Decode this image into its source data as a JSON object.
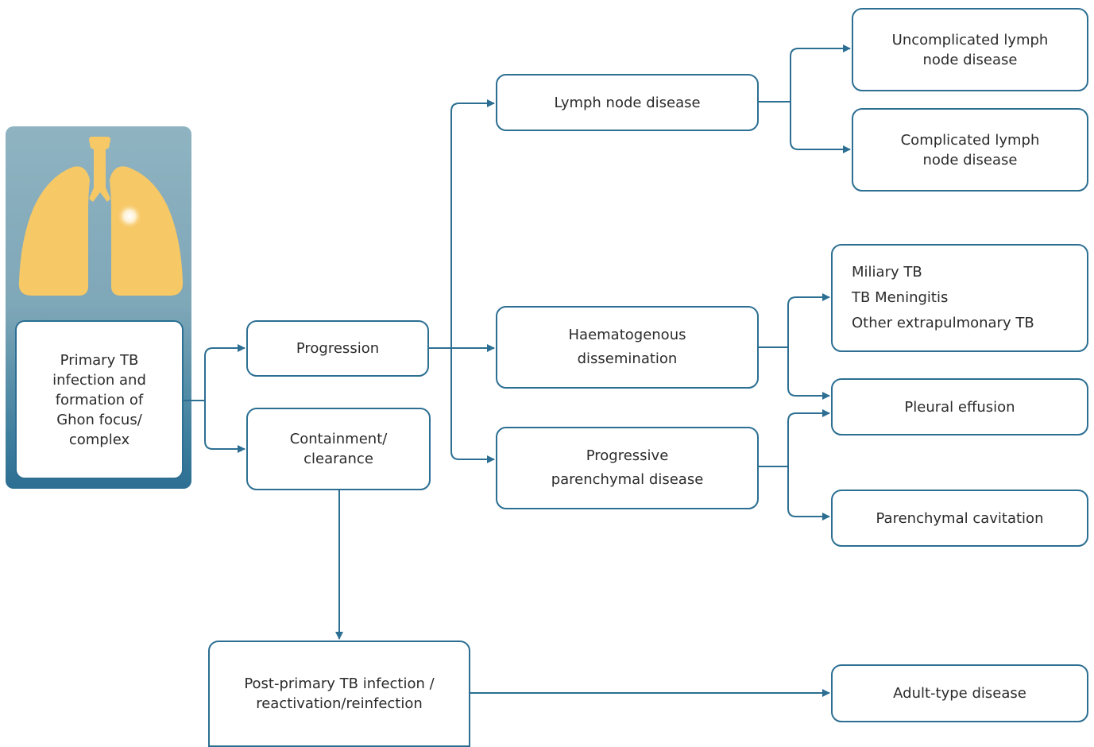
{
  "colors": {
    "accent": "#2c6f92",
    "lungs": "#f7c866",
    "panel_top": "#8fb3c1",
    "panel_bottom": "#2c6f92"
  },
  "nodes": {
    "primary": "Primary TB\ninfection and\nformation of\nGhon focus/\ncomplex",
    "progression": "Progression",
    "containment": "Containment/\nclearance",
    "post_primary": "Post-primary TB infection /\nreactivation/reinfection",
    "lymph": "Lymph node disease",
    "haem": "Haematogenous\ndissemination",
    "progressive": "Progressive\nparenchymal disease",
    "uncomplicated": "Uncomplicated lymph\nnode disease",
    "complicated": "Complicated lymph\nnode disease",
    "disseminated_list": [
      "Miliary TB",
      "TB Meningitis",
      "Other extrapulmonary TB"
    ],
    "pleural": "Pleural effusion",
    "cavitation": "Parenchymal cavitation",
    "adult": "Adult-type disease"
  },
  "icons": {
    "panel_icon": "lungs-icon"
  }
}
